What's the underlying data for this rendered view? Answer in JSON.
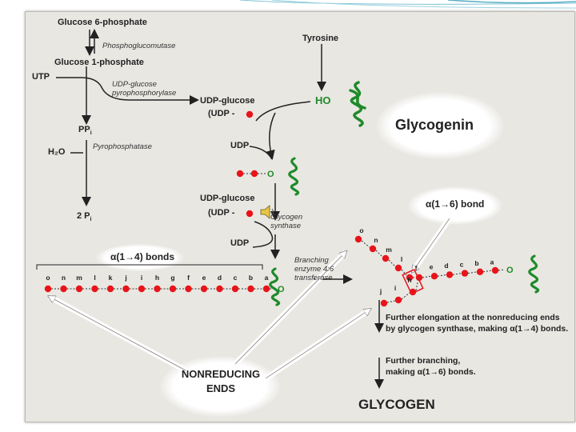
{
  "labels": {
    "g6p": "Glucose 6-phosphate",
    "phosphoglucomutase": "Phosphoglucomutase",
    "g1p": "Glucose 1-phosphate",
    "utp1": "UTP",
    "udp_pyro": "UDP-glucose pyrophosphorylase",
    "udpglc1": "UDP-glucose",
    "udpglc1_sub": "(UDP -",
    "ppi": "PP",
    "ppi_sub": "i",
    "h2o": "H₂O",
    "pyrophosphatase": "Pyrophosphatase",
    "two_pi": "2 P",
    "two_pi_sub": "i",
    "tyrosine": "Tyrosine",
    "ho": "HO",
    "glycogenin": "Glycogenin",
    "udp1": "UDP",
    "udpglc2": "UDP-glucose",
    "udpglc2_sub": "(UDP -",
    "glycogen_synthase": "Glycogen synthase",
    "udp2": "UDP",
    "alpha14": "α(1→4) bonds",
    "branching": "Branching enzyme 4:6 transferase",
    "alpha16": "α(1→6) bond",
    "elongation_line1": "Further elongation at the nonreducing ends",
    "elongation_line2": "by glycogen synthase, making α(1→4) bonds.",
    "branching_line1": "Further branching,",
    "branching_line2": "making α(1→6) bonds.",
    "nonreducing": "NONREDUCING ENDS",
    "glycogen": "GLYCOGEN",
    "o_letter": "O"
  },
  "chain_letters": [
    "o",
    "n",
    "m",
    "l",
    "k",
    "j",
    "i",
    "h",
    "g",
    "f",
    "e",
    "d",
    "c",
    "b",
    "a"
  ],
  "branch_letters_right": [
    "f",
    "e",
    "d",
    "c",
    "b",
    "a"
  ],
  "branch_letters_upper": [
    "o",
    "n",
    "m",
    "l"
  ],
  "branch_letters_lower": [
    "j",
    "i",
    "h"
  ],
  "colors": {
    "glucose_red": "#e8141a",
    "glycogenin_green": "#1e8a2a",
    "panel_bg": "#e9e7e2",
    "accent_teal": "#2a8fa8"
  },
  "icons": {
    "speaker": "speaker-icon"
  }
}
